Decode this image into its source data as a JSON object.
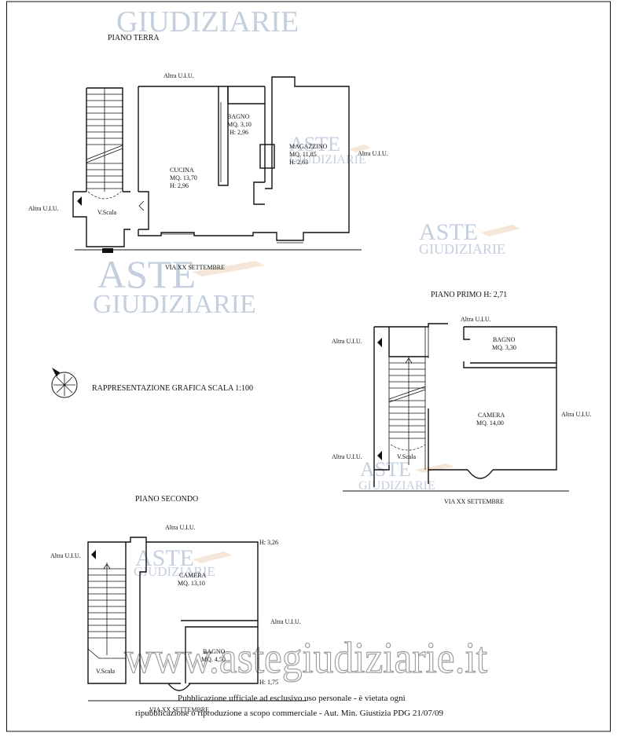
{
  "watermark": {
    "brand_line1": "ASTE",
    "brand_line2": "GIUDIZIARIE",
    "site": "www.astegiudiziarie.it",
    "notice_line1": "Pubblicazione ufficiale ad esclusivo uso personale - è vietata ogni",
    "notice_line2": "ripubblicazione o riproduzione a scopo commerciale - Aut. Min. Giustizia PDG 21/07/09"
  },
  "scale_label": "RAPPRESENTAZIONE GRAFICA SCALA 1:100",
  "floors": {
    "ground": {
      "title": "PIANO TERRA",
      "street": "VIA XX SETTEMBRE",
      "neighbor_top": "Altra U.I.U.",
      "neighbor_left": "Altra U.I.U.",
      "neighbor_right": "Altra U.I.U.",
      "stair": "V.Scala",
      "cucina": {
        "name": "CUCINA",
        "area": "MQ. 13,70",
        "height": "H: 2,96"
      },
      "bagno": {
        "name": "BAGNO",
        "area": "MQ. 3,10",
        "height": "H: 2,96"
      },
      "magazzino": {
        "name": "MAGAZZINO",
        "area": "MQ. 11,85",
        "height": "H: 2,63"
      }
    },
    "first": {
      "title": "PIANO PRIMO H: 2,71",
      "street": "VIA XX SETTEMBRE",
      "neighbor_top": "Altra U.I.U.",
      "neighbor_left_top": "Altra U.I.U.",
      "neighbor_left_bottom": "Altra U.I.U.",
      "neighbor_right": "Altra U.I.U.",
      "stair": "V.Scala",
      "bagno": {
        "name": "BAGNO",
        "area": "MQ. 3,30"
      },
      "camera": {
        "name": "CAMERA",
        "area": "MQ. 14,00"
      }
    },
    "second": {
      "title": "PIANO SECONDO",
      "street": "VIA XX SETTEMBRE",
      "neighbor_top": "Altra U.I.U.",
      "neighbor_left": "Altra U.I.U.",
      "neighbor_right": "Altra U.I.U.",
      "stair": "V.Scala",
      "height_camera": "H: 3,26",
      "height_bagno": "H: 1,75",
      "camera": {
        "name": "CAMERA",
        "area": "MQ. 13,10"
      },
      "bagno": {
        "name": "BAGNO",
        "area": "MQ. 4,50"
      }
    }
  }
}
